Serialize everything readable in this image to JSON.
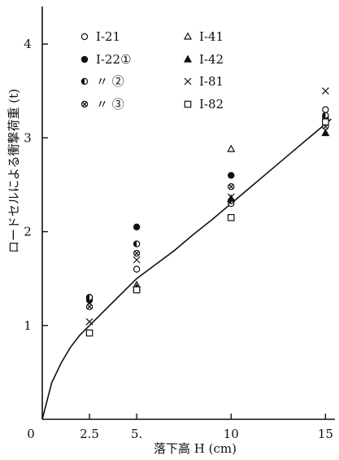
{
  "chart_data": {
    "type": "scatter",
    "xlabel": "落下高 H (cm)",
    "ylabel": "ロードセルによる衝撃荷重 (t)",
    "xlim": [
      0,
      15.5
    ],
    "ylim": [
      0,
      4.4
    ],
    "x_ticks": [
      {
        "value": 0,
        "label": "0"
      },
      {
        "value": 2.5,
        "label": "2.5"
      },
      {
        "value": 5,
        "label": "5."
      },
      {
        "value": 10,
        "label": "10"
      },
      {
        "value": 15,
        "label": "15"
      }
    ],
    "y_ticks": [
      {
        "value": 1,
        "label": "1"
      },
      {
        "value": 2,
        "label": "2"
      },
      {
        "value": 3,
        "label": "3"
      },
      {
        "value": 4,
        "label": "4"
      }
    ],
    "series": [
      {
        "name": "I-21",
        "marker": "circle-open",
        "x": [
          2.5,
          5,
          10,
          15
        ],
        "y": [
          1.3,
          1.6,
          2.3,
          3.3
        ]
      },
      {
        "name": "I-22①",
        "marker": "circle-filled",
        "x": [
          2.5,
          5,
          10,
          15
        ],
        "y": [
          1.27,
          2.05,
          2.6,
          3.22
        ]
      },
      {
        "name": "〃 ②",
        "marker": "circle-half",
        "x": [
          2.5,
          5,
          10,
          15
        ],
        "y": [
          1.3,
          1.87,
          2.33,
          3.24
        ]
      },
      {
        "name": "〃 ③",
        "marker": "circle-x",
        "x": [
          2.5,
          5,
          10,
          15
        ],
        "y": [
          1.2,
          1.77,
          2.48,
          3.12
        ]
      },
      {
        "name": "I-41",
        "marker": "triangle-open",
        "x": [
          5,
          10
        ],
        "y": [
          1.43,
          2.88
        ]
      },
      {
        "name": "I-42",
        "marker": "triangle-filled",
        "x": [
          5,
          10,
          15
        ],
        "y": [
          1.4,
          2.35,
          3.05
        ]
      },
      {
        "name": "I-81",
        "marker": "cross",
        "x": [
          2.5,
          5,
          10,
          15
        ],
        "y": [
          1.04,
          1.7,
          2.37,
          3.5
        ]
      },
      {
        "name": "I-82",
        "marker": "square-open",
        "x": [
          2.5,
          5,
          10,
          15
        ],
        "y": [
          0.92,
          1.38,
          2.15,
          3.17
        ]
      }
    ],
    "fit_curve": {
      "x": [
        0,
        0.5,
        1,
        1.5,
        2,
        2.5,
        3,
        4,
        5,
        6,
        7,
        8,
        9,
        10,
        11,
        12,
        13,
        14,
        15.3
      ],
      "y": [
        0,
        0.39,
        0.6,
        0.77,
        0.9,
        1.0,
        1.1,
        1.3,
        1.5,
        1.65,
        1.8,
        1.97,
        2.13,
        2.3,
        2.47,
        2.64,
        2.81,
        2.98,
        3.2
      ]
    },
    "legend": {
      "placement": "top-left",
      "columns": [
        [
          "I-21",
          "I-22①",
          "〃 ②",
          "〃 ③"
        ],
        [
          "I-41",
          "I-42",
          "I-81",
          "I-82"
        ]
      ]
    },
    "grid": false
  }
}
